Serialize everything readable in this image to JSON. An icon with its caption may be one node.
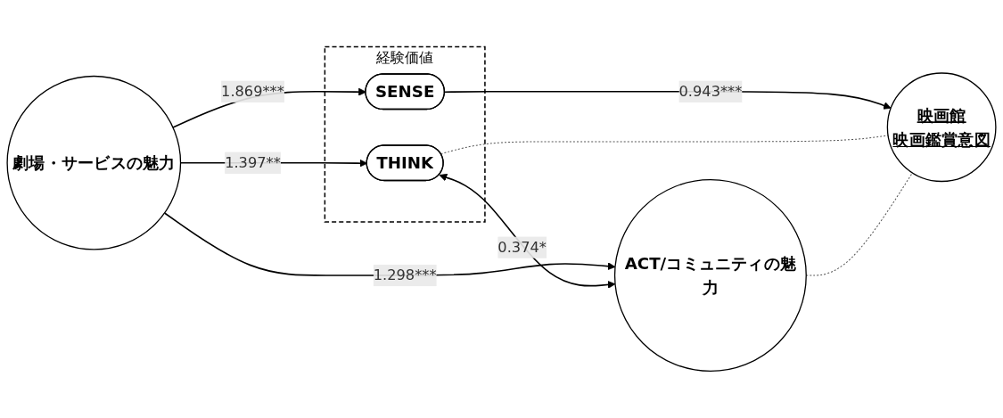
{
  "diagram": {
    "nodes": [
      {
        "text": [
          "劇場・サービスの魅力"
        ]
      },
      {
        "text": [
          "経験価値"
        ]
      },
      {
        "text": [
          "SENSE"
        ],
        "in": 1
      },
      {
        "text": [
          "THINK"
        ],
        "in": 1
      },
      {
        "text": [
          "ACT/コミュニティの魅力"
        ]
      },
      {
        "text": [
          "映画館",
          "映画鑑賞意図"
        ]
      }
    ],
    "edges": [
      {
        "from": 0,
        "to": 2,
        "arrow": "to",
        "label": "1.869***"
      },
      {
        "from": 0,
        "to": 3,
        "arrow": "to",
        "label": "1.397**"
      },
      {
        "from": 0,
        "to": 4,
        "arrow": "to",
        "label": "1.298***"
      },
      {
        "from": 3,
        "to": 4,
        "arrow": "both",
        "label": "0.374*"
      },
      {
        "from": 2,
        "to": 5,
        "arrow": "to",
        "label": "0.943***"
      },
      {
        "from": 3,
        "to": 5,
        "arrow": "none",
        "style": "dashed"
      },
      {
        "from": 4,
        "to": 5,
        "arrow": "none",
        "style": "dashed"
      }
    ]
  }
}
